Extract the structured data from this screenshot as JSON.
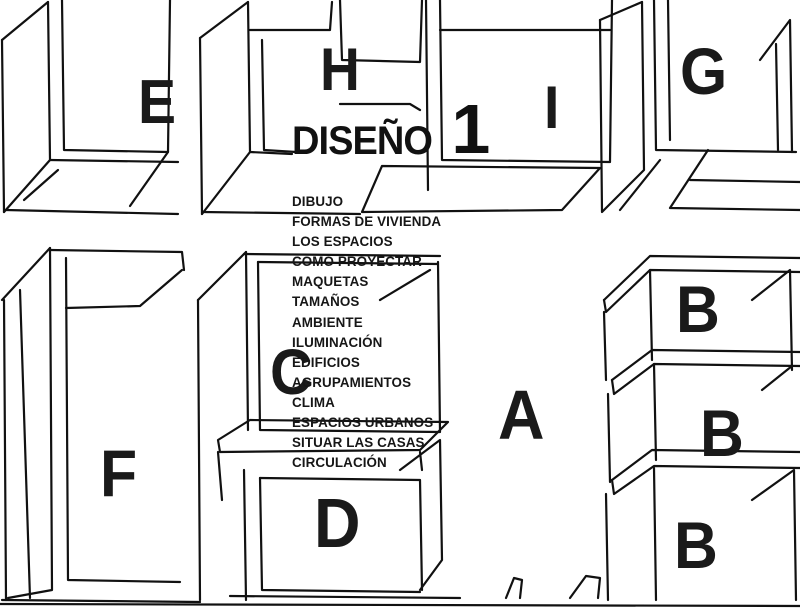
{
  "title": {
    "word": "DISEÑO",
    "number": "1"
  },
  "contents": [
    "DIBUJO",
    "FORMAS DE VIVIENDA",
    "LOS ESPACIOS",
    "COMO PROYECTAR",
    "MAQUETAS",
    "TAMAÑOS",
    "AMBIENTE",
    "ILUMINACIÓN",
    "EDIFICIOS",
    "AGRUPAMIENTOS",
    "CLIMA",
    "ESPACIOS URBANOS",
    "SITUAR LAS CASAS",
    "CIRCULACIÓN"
  ],
  "block_labels": {
    "e": "E",
    "h": "H",
    "i": "I",
    "g": "G",
    "f": "F",
    "c": "C",
    "d": "D",
    "a": "A",
    "b1": "B",
    "b2": "B",
    "b3": "B"
  },
  "colors": {
    "ink": "#111111",
    "paper": "#ffffff"
  }
}
